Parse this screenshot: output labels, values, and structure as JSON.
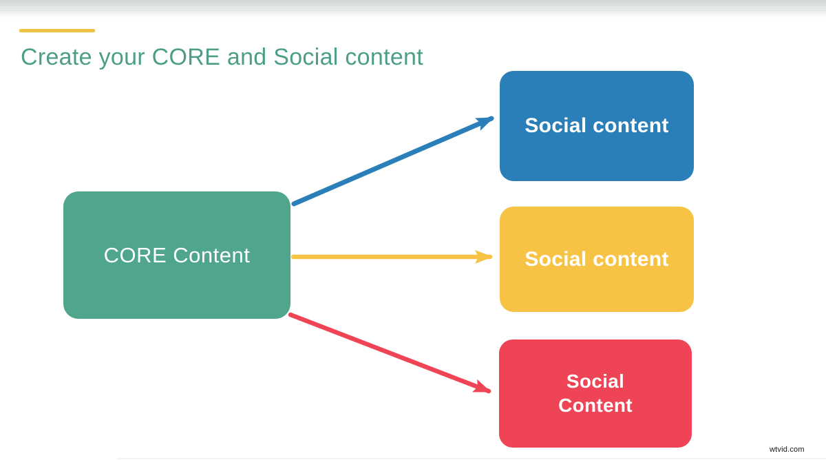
{
  "slide": {
    "title": "Create your CORE and Social content",
    "title_color": "#4D9E88",
    "accent_dash_color": "#F0C343",
    "background_color": "#FFFFFF"
  },
  "diagram": {
    "core_box": {
      "label": "CORE Content",
      "fill": "#4FA68D",
      "text_color": "#FFFFFF"
    },
    "social_boxes": [
      {
        "label": "Social content",
        "fill": "#2B7FB8",
        "text_color": "#FFFFFF"
      },
      {
        "label": "Social content",
        "fill": "#F6C344",
        "text_color": "#FFFFFF"
      },
      {
        "label": "Social Content",
        "fill": "#EF4456",
        "text_color": "#FFFFFF"
      }
    ],
    "connectors": [
      {
        "from": "core-content-box",
        "to": "social-box-1",
        "color": "#2B7FB8"
      },
      {
        "from": "core-content-box",
        "to": "social-box-2",
        "color": "#F6C344"
      },
      {
        "from": "core-content-box",
        "to": "social-box-3",
        "color": "#EF4456"
      }
    ]
  },
  "watermark": {
    "text": "wtvid.com"
  }
}
